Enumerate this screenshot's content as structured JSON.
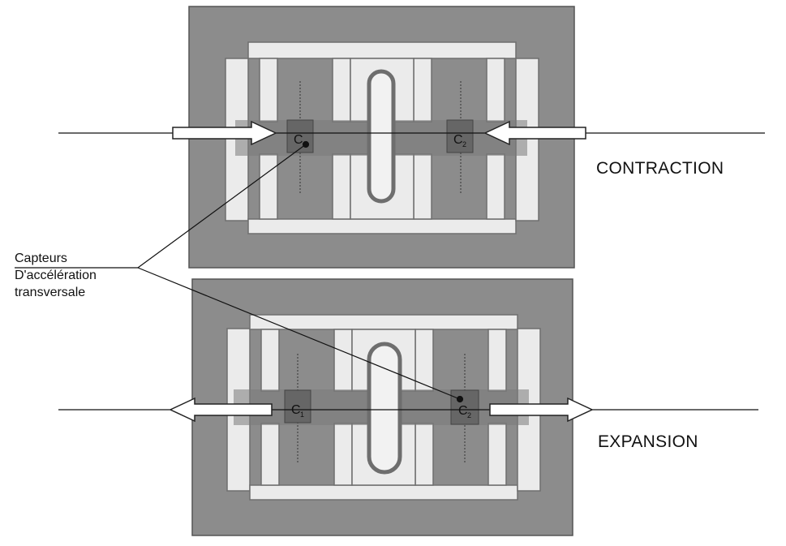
{
  "colors": {
    "panel_fill": "#8c8c8c",
    "slot_fill": "#ebebeb",
    "center_bar": "#7a7a7a",
    "sensor_fill": "#666666",
    "arrow_fill": "#ffffff",
    "line_color": "#111111"
  },
  "labels": {
    "contraction": "CONTRACTION",
    "expansion": "EXPANSION",
    "sensor_caption": [
      "Capteurs",
      "D'accélération",
      "transversale"
    ]
  },
  "sensors": {
    "left": {
      "letter": "C",
      "index": "1"
    },
    "right": {
      "letter": "C",
      "index": "2"
    }
  },
  "panels": [
    {
      "state": "contraction",
      "arrows": "inward"
    },
    {
      "state": "expansion",
      "arrows": "outward"
    }
  ]
}
